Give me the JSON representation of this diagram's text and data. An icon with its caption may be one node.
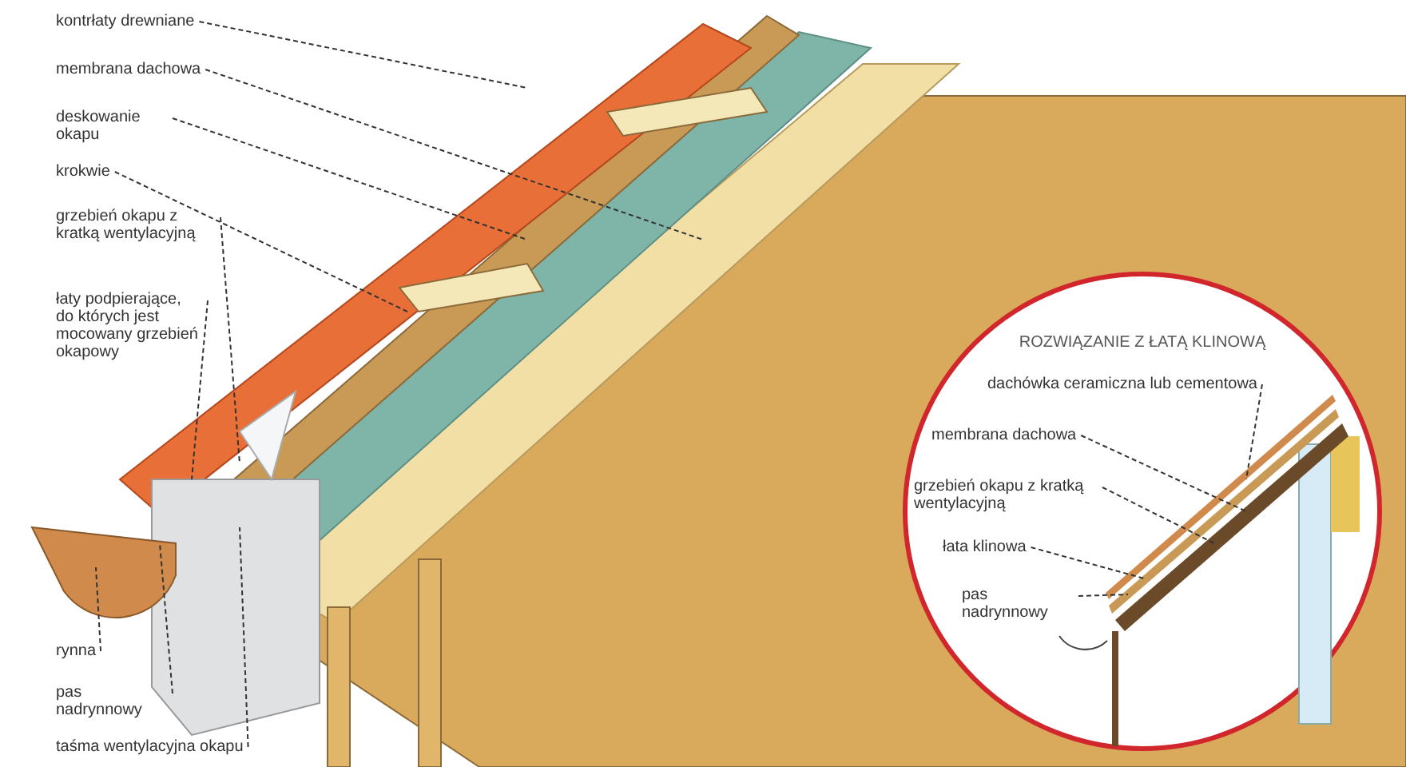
{
  "diagram": {
    "nodes": [
      {
        "text": [
          "kontrłaty drewniane"
        ]
      },
      {
        "text": [
          "membrana dachowa"
        ]
      },
      {
        "text": [
          "deskowanie okapu"
        ]
      },
      {
        "text": [
          "krokwie"
        ]
      },
      {
        "text": [
          "grzebień okapu z kratką wentylacyjną"
        ]
      },
      {
        "text": [
          "łaty podpierające, do których jest mocowany grzebień okapowy"
        ]
      },
      {
        "text": [
          "rynna"
        ]
      },
      {
        "text": [
          "pas nadrynnowy"
        ]
      },
      {
        "text": [
          "taśma wentylacyjna okapu"
        ]
      },
      {
        "text": [
          "ROZWIĄZANIE Z ŁATĄ KLINOWĄ"
        ]
      },
      {
        "text": [
          "dachówka ceramiczna lub cementowa"
        ],
        "in": 9
      },
      {
        "text": [
          "membrana dachowa"
        ],
        "in": 9
      },
      {
        "text": [
          "grzebień okapu z kratką wentylacyjną"
        ],
        "in": 9
      },
      {
        "text": [
          "łata klinowa"
        ],
        "in": 9
      },
      {
        "text": [
          "pas nadrynnowy"
        ],
        "in": 9
      }
    ],
    "edges": [
      {
        "from": 0,
        "to": null,
        "arrow": "none",
        "style": "dashed"
      },
      {
        "from": 1,
        "to": null,
        "arrow": "none",
        "style": "dashed"
      },
      {
        "from": 2,
        "to": null,
        "arrow": "none",
        "style": "dashed"
      },
      {
        "from": 3,
        "to": null,
        "arrow": "none",
        "style": "dashed"
      },
      {
        "from": 4,
        "to": null,
        "arrow": "none",
        "style": "dashed"
      },
      {
        "from": 5,
        "to": null,
        "arrow": "none",
        "style": "dashed"
      },
      {
        "from": 6,
        "to": null,
        "arrow": "none",
        "style": "dashed"
      },
      {
        "from": 7,
        "to": null,
        "arrow": "none",
        "style": "dashed"
      },
      {
        "from": 8,
        "to": null,
        "arrow": "none",
        "style": "dashed"
      },
      {
        "from": 10,
        "to": null,
        "arrow": "none",
        "style": "dashed"
      },
      {
        "from": 11,
        "to": null,
        "arrow": "none",
        "style": "dashed"
      },
      {
        "from": 12,
        "to": null,
        "arrow": "none",
        "style": "dashed"
      },
      {
        "from": 13,
        "to": null,
        "arrow": "none",
        "style": "dashed"
      },
      {
        "from": 14,
        "to": null,
        "arrow": "none",
        "style": "dashed"
      }
    ]
  }
}
